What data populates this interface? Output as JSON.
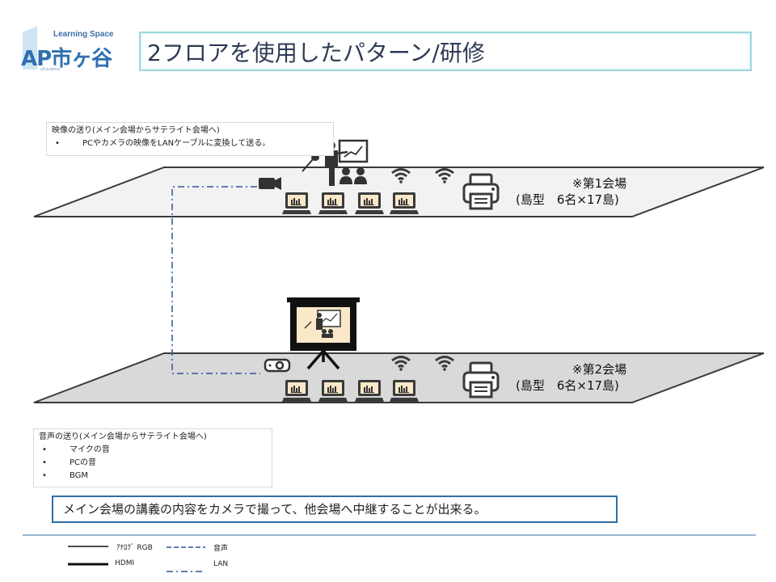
{
  "logo": {
    "top_text": "Learning Space",
    "main_text": "AP市ヶ谷",
    "sub_text": "all purpose"
  },
  "title": "2フロアを使用したパターン/研修",
  "video_note": {
    "heading": "映像の送り(メイン会場からサテライト会場へ)",
    "items": [
      "PCやカメラの映像をLANケーブルに変換して送る。"
    ]
  },
  "floor1": {
    "line1": "※第1会場",
    "line2": "(島型　6名×17島)"
  },
  "floor2": {
    "line1": "※第2会場",
    "line2": "(島型　6名×17島)"
  },
  "audio_note": {
    "heading": "音声の送り(メイン会場からサテライト会場へ)",
    "items": [
      "マイクの音",
      "PCの音",
      "BGM"
    ]
  },
  "callout": "メイン会場の講義の内容をカメラで撮って、他会場へ中継することが出来る。",
  "legend": {
    "analog_rgb": "ｱﾅﾛｸﾞ RGB",
    "hdmi": "HDMI",
    "audio": "音声",
    "lan": "LAN"
  },
  "colors": {
    "accent": "#2f6ea6",
    "floor1_fill": "#f2f2f2",
    "floor2_fill": "#d9d9d9",
    "icon": "#404040",
    "title_border": "#9ed7dc"
  },
  "icons": [
    "presenter-icon",
    "audience-icon",
    "microphone-icon",
    "camera-icon",
    "laptop-icon",
    "wifi-icon",
    "printer-icon",
    "projector-icon",
    "projection-screen-icon"
  ]
}
